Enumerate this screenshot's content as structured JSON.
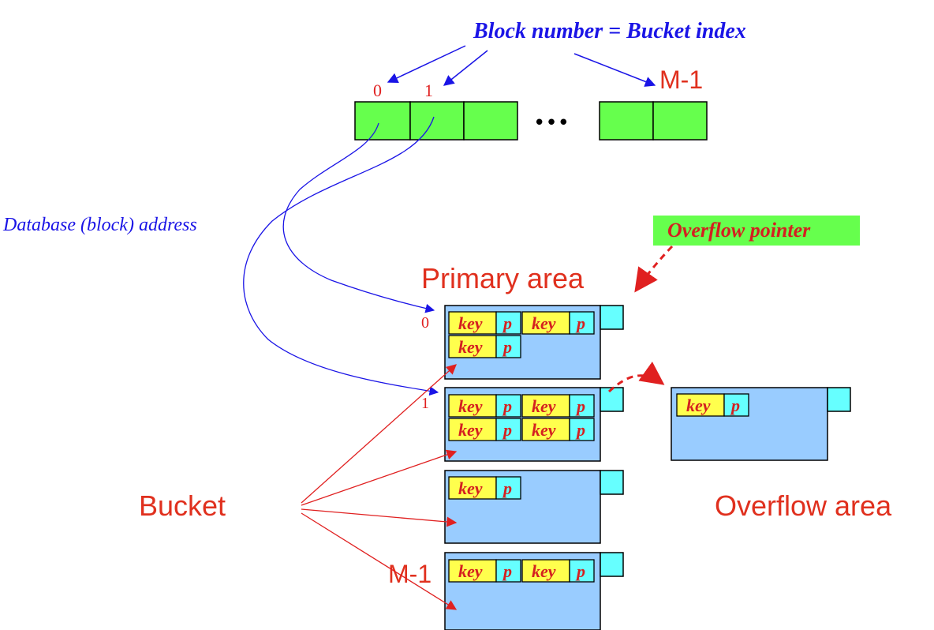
{
  "top_label": "Block number = Bucket index",
  "index_labels": {
    "first": "0",
    "second": "1",
    "last": "M-1"
  },
  "ellipsis": "•••",
  "address_label": "Database (block) address",
  "overflow_pointer_label": "Overflow pointer",
  "primary_area_label": "Primary area",
  "bucket_label": "Bucket",
  "overflow_area_label": "Overflow area",
  "bucket_numbers": {
    "b0": "0",
    "b1": "1",
    "blast": "M-1"
  },
  "cell_labels": {
    "key": "key",
    "ptr": "p"
  },
  "colors": {
    "index_block": "#66ff4d",
    "bucket_fill": "#99ccff",
    "key_fill": "#ffff4d",
    "ptr_fill": "#66ffff",
    "blue_arrow": "#1a14e6",
    "red_arrow": "#e02020"
  }
}
